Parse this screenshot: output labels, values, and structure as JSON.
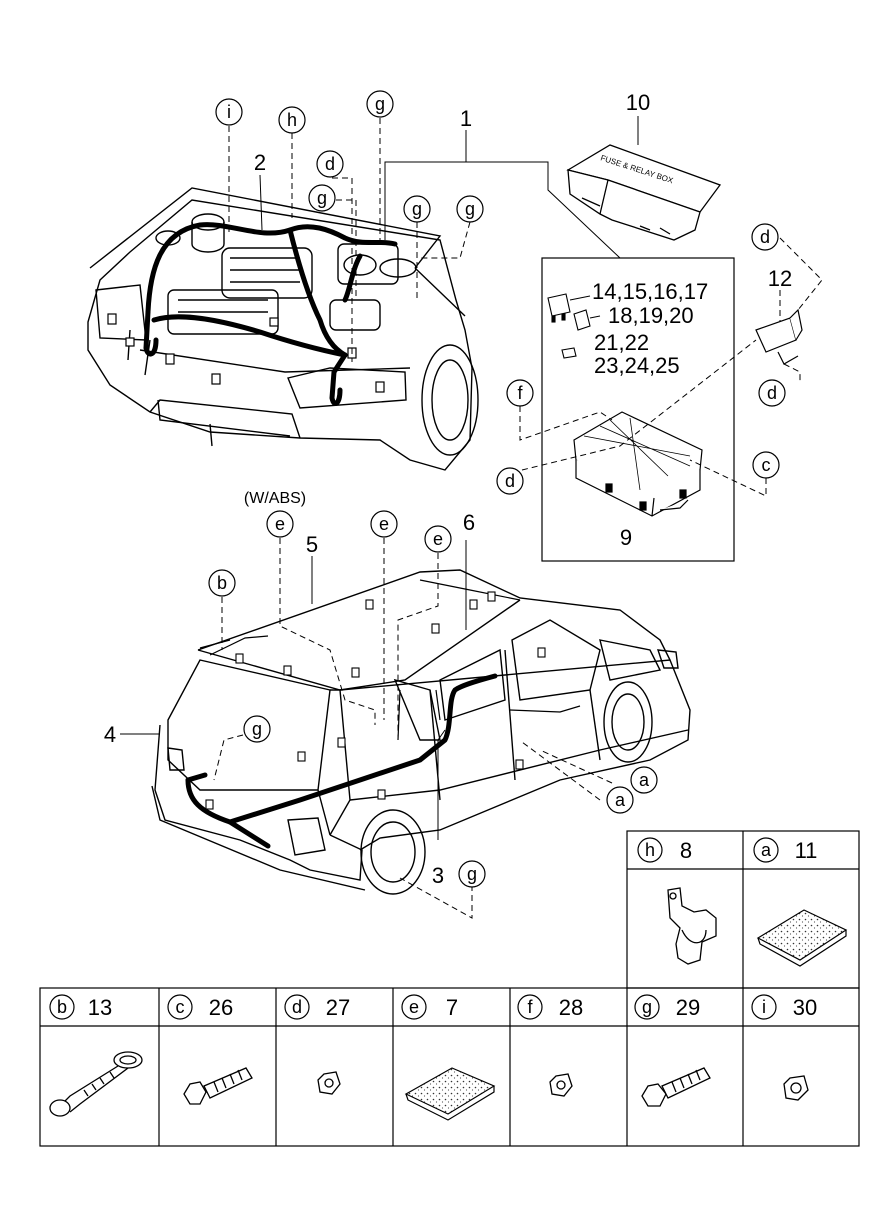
{
  "callouts": {
    "top": {
      "i": "i",
      "h": "h",
      "g1": "g",
      "d1": "d",
      "g2": "g",
      "g3": "g",
      "g4": "g",
      "n1": "1",
      "n2": "2",
      "n10": "10",
      "n12": "12",
      "d2": "d",
      "d3": "d",
      "f": "f",
      "d4": "d",
      "c": "c",
      "n9": "9"
    },
    "inset_parts": {
      "p1": "14,15,16,17",
      "p2": "18,19,20",
      "p3": "21,22",
      "p4": "23,24,25"
    },
    "fuse_box_label": "FUSE & RELAY BOX",
    "w_abs": "(W/ABS)",
    "bottom": {
      "e1": "e",
      "n5": "5",
      "e2": "e",
      "e3": "e",
      "n6": "6",
      "b": "b",
      "n4": "4",
      "g5": "g",
      "n3": "3",
      "g6": "g",
      "a1": "a",
      "a2": "a"
    }
  },
  "legend": {
    "top_row": [
      {
        "letter": "h",
        "number": "8"
      },
      {
        "letter": "a",
        "number": "11"
      }
    ],
    "bottom_row": [
      {
        "letter": "b",
        "number": "13"
      },
      {
        "letter": "c",
        "number": "26"
      },
      {
        "letter": "d",
        "number": "27"
      },
      {
        "letter": "e",
        "number": "7"
      },
      {
        "letter": "f",
        "number": "28"
      },
      {
        "letter": "g",
        "number": "29"
      },
      {
        "letter": "i",
        "number": "30"
      }
    ]
  }
}
